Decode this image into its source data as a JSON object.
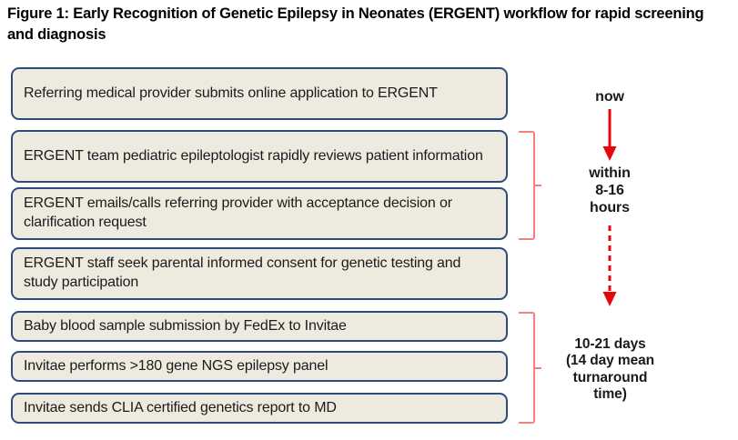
{
  "figure": {
    "caption": "Figure 1: Early Recognition of Genetic Epilepsy in Neonates (ERGENT) workflow for rapid screening and diagnosis",
    "background_color": "#ffffff"
  },
  "colors": {
    "box_fill": "#EDEAE0",
    "box_border": "#2F4B7C",
    "brace": "#F4817E",
    "arrow": "#E8060D",
    "text": "#1a1a1a"
  },
  "workflow": {
    "steps": [
      {
        "id": "step-1",
        "text": "Referring medical provider submits online application to ERGENT"
      },
      {
        "id": "step-2",
        "text": "ERGENT team pediatric epileptologist rapidly reviews patient information"
      },
      {
        "id": "step-3",
        "text": "ERGENT emails/calls referring provider with acceptance decision or clarification request"
      },
      {
        "id": "step-4",
        "text": "ERGENT staff seek parental informed consent for genetic testing and study participation"
      },
      {
        "id": "step-5",
        "text": "Baby blood sample submission by FedEx to Invitae"
      },
      {
        "id": "step-6",
        "text": "Invitae performs >180 gene NGS epilepsy panel"
      },
      {
        "id": "step-7",
        "text": "Invitae sends CLIA certified genetics report to MD"
      }
    ]
  },
  "timeline": {
    "start_label": "now",
    "interval_label": "within\n8-16\nhours",
    "interval_lines": [
      "within",
      "8-16",
      "hours"
    ],
    "turnaround_lines": [
      "10-21 days",
      "(14 day mean",
      "turnaround",
      "time)"
    ],
    "arrows": [
      {
        "id": "arrow-solid",
        "style": "solid",
        "icon": "down-arrow-icon"
      },
      {
        "id": "arrow-dashed",
        "style": "dashed",
        "icon": "down-arrow-dashed-icon"
      }
    ],
    "braces": [
      {
        "id": "brace-upper",
        "spans_steps": [
          "step-2",
          "step-3"
        ],
        "label": "within 8-16 hours"
      },
      {
        "id": "brace-lower",
        "spans_steps": [
          "step-5",
          "step-6",
          "step-7"
        ],
        "label": "10-21 days (14 day mean turnaround time)"
      }
    ]
  }
}
